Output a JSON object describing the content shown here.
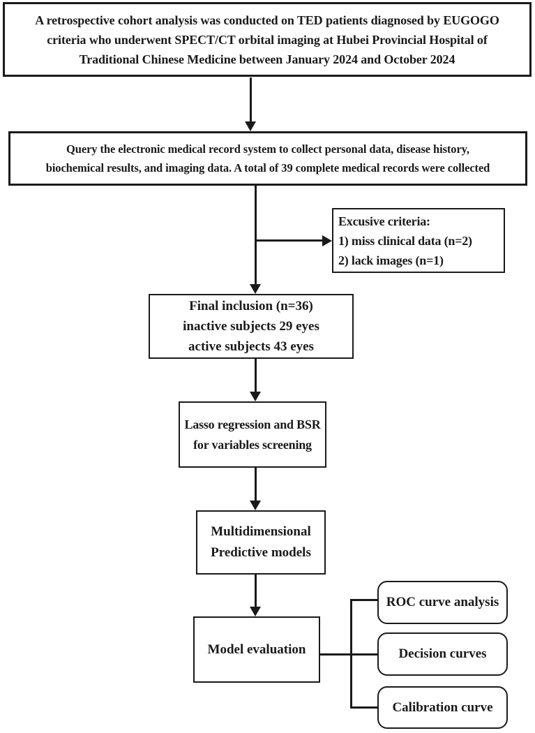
{
  "figure": {
    "type": "flowchart",
    "colors": {
      "background": "#ffffff",
      "line": "#1a1a1a",
      "text": "#1a1a1a",
      "box_fill": "#ffffff"
    },
    "nodes": {
      "study": {
        "lines": [
          "A retrospective cohort analysis was conducted on TED patients diagnosed by EUGOGO",
          "criteria who underwent SPECT/CT orbital imaging at Hubei Provincial Hospital of",
          "Traditional Chinese Medicine between January 2024 and October 2024"
        ]
      },
      "query": {
        "lines": [
          "Query the electronic medical record system to collect personal data, disease history,",
          "biochemical results, and imaging data. A total of 39 complete medical records were collected"
        ]
      },
      "exclusion": {
        "lines": [
          "Excusive criteria:",
          "1) miss clinical data (n=2)",
          "2) lack images (n=1)"
        ]
      },
      "final_inclusion": {
        "lines": [
          "Final inclusion (n=36)",
          "inactive subjects 29 eyes",
          "active subjects 43 eyes"
        ]
      },
      "lasso": {
        "lines": [
          "Lasso regression and BSR",
          "for variables screening"
        ]
      },
      "models": {
        "lines": [
          "Multidimensional",
          "Predictive models"
        ]
      },
      "evaluation": {
        "label": "Model evaluation"
      },
      "outputs": [
        {
          "label": "ROC curve analysis"
        },
        {
          "label": "Decision curves"
        },
        {
          "label": "Calibration curve"
        }
      ]
    }
  }
}
